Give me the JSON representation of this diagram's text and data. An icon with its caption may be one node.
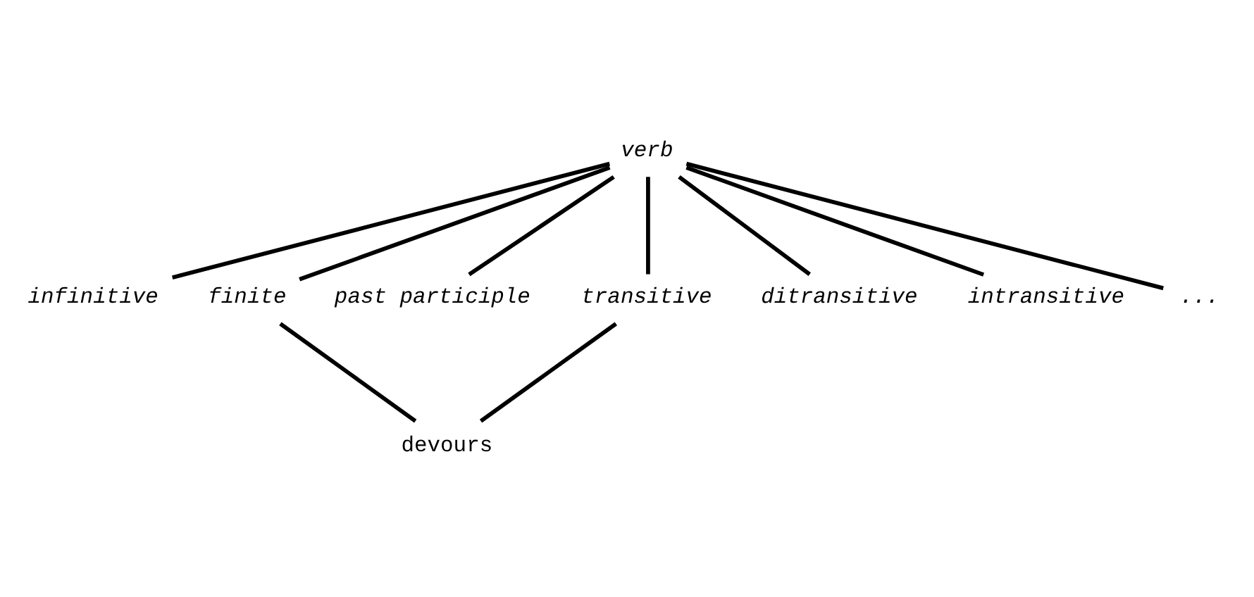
{
  "diagram": {
    "nodes": [
      {
        "text": [
          "verb"
        ]
      },
      {
        "text": [
          "infinitive"
        ]
      },
      {
        "text": [
          "finite"
        ]
      },
      {
        "text": [
          "past participle"
        ]
      },
      {
        "text": [
          "transitive"
        ]
      },
      {
        "text": [
          "ditransitive"
        ]
      },
      {
        "text": [
          "intransitive"
        ]
      },
      {
        "text": [
          "..."
        ]
      },
      {
        "text": [
          "devours"
        ]
      }
    ],
    "edges": [
      {
        "from": 0,
        "to": 1,
        "arrow": "none"
      },
      {
        "from": 0,
        "to": 2,
        "arrow": "none"
      },
      {
        "from": 0,
        "to": 3,
        "arrow": "none"
      },
      {
        "from": 0,
        "to": 4,
        "arrow": "none"
      },
      {
        "from": 0,
        "to": 5,
        "arrow": "none"
      },
      {
        "from": 0,
        "to": 6,
        "arrow": "none"
      },
      {
        "from": 0,
        "to": 7,
        "arrow": "none"
      },
      {
        "from": 2,
        "to": 8,
        "arrow": "none"
      },
      {
        "from": 4,
        "to": 8,
        "arrow": "none"
      }
    ]
  }
}
